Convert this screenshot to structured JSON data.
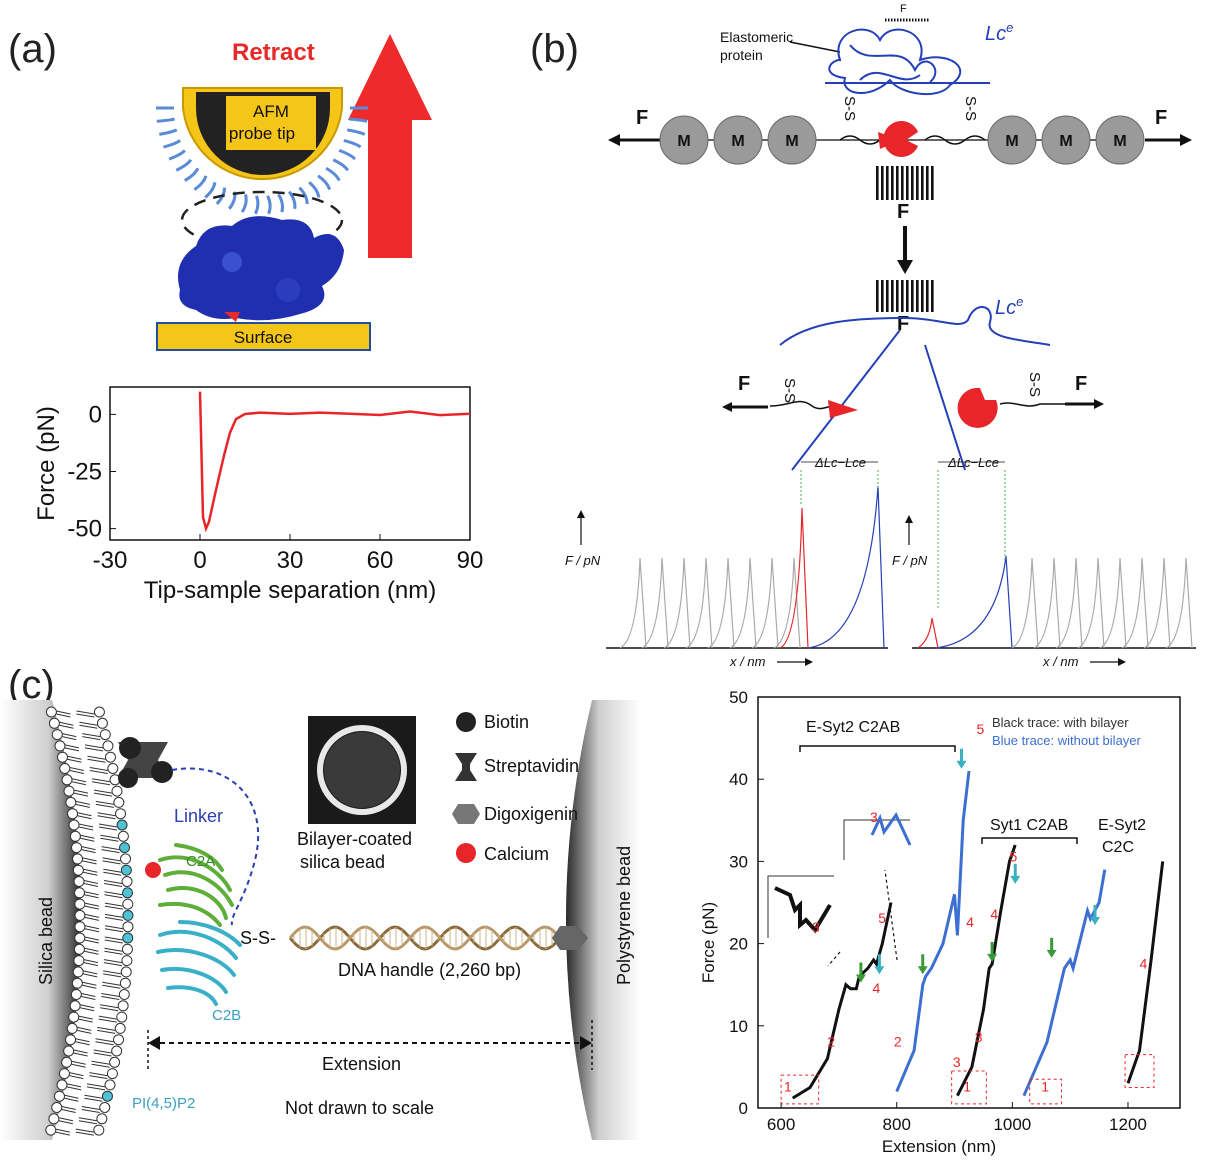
{
  "panels": {
    "a": {
      "label": "(a)",
      "retract": "Retract",
      "tip_line1": "AFM",
      "tip_line2": "probe tip",
      "surface": "Surface",
      "colors": {
        "retract_arrow": "#ee2a2a",
        "tip_fill": "#f5c518",
        "protein": "#1f2fb0",
        "trace": "#e8262a"
      }
    },
    "b": {
      "label": "(b)",
      "elastomeric_line1": "Elastomeric",
      "elastomeric_line2": "protein",
      "force": "F",
      "bead": "M",
      "disulfide": "S-S",
      "lce": "Lc",
      "lce_sup": "e",
      "delta": "ΔLc−Lce",
      "ylabel": "F / pN",
      "xlabel": "x / nm"
    },
    "c": {
      "label": "(c)",
      "legend": [
        "Biotin",
        "Streptavidin",
        "Digoxigenin",
        "Calcium"
      ],
      "linker": "Linker",
      "bilayer_line1": "Bilayer-coated",
      "bilayer_line2": "silica bead",
      "c2a": "C2A",
      "c2b": "C2B",
      "pip2": "PI(4,5)P2",
      "ss": "S-S-",
      "dna": "DNA handle (2,260 bp)",
      "extension": "Extension",
      "not_scale": "Not drawn to scale",
      "silica": "Silica bead",
      "polystyrene": "Polystyrene bead"
    },
    "d": {
      "black_note": "Black trace: with bilayer",
      "blue_note": "Blue trace: without bilayer",
      "esyt2_c2ab": "E-Syt2 C2AB",
      "syt1_c2ab": "Syt1 C2AB",
      "esyt2_c2c_line1": "E-Syt2",
      "esyt2_c2c_line2": "C2C",
      "step_labels": [
        "1",
        "2",
        "3",
        "4",
        "5"
      ]
    }
  },
  "chart_data": [
    {
      "type": "line",
      "panel": "a",
      "xlabel": "Tip-sample separation (nm)",
      "ylabel": "Force (pN)",
      "xlim": [
        -30,
        90
      ],
      "ylim": [
        -55,
        12
      ],
      "xticks": [
        -30,
        0,
        30,
        60,
        90
      ],
      "yticks": [
        0,
        -25,
        -50
      ],
      "series": [
        {
          "x": [
            0,
            1,
            2,
            3,
            5,
            8,
            10,
            12,
            15,
            20,
            30,
            40,
            50,
            60,
            70,
            80,
            90
          ],
          "y": [
            10,
            -45,
            -50,
            -47,
            -35,
            -18,
            -8,
            -2,
            0,
            1,
            0,
            1,
            0,
            0,
            1,
            0,
            0
          ]
        }
      ]
    },
    {
      "type": "line",
      "panel": "d",
      "xlabel": "Extension (nm)",
      "ylabel": "Force (pN)",
      "xlim": [
        560,
        1290
      ],
      "ylim": [
        0,
        50
      ],
      "xticks": [
        600,
        800,
        1000,
        1200
      ],
      "yticks": [
        0,
        10,
        20,
        30,
        40,
        50
      ],
      "series": [
        {
          "color": "#111111",
          "x": [
            620,
            650,
            680,
            700,
            712,
            720,
            730,
            735,
            750,
            760,
            765,
            775,
            790
          ],
          "y": [
            1.2,
            2.5,
            6,
            12,
            15,
            14.5,
            14.5,
            16,
            17,
            18,
            17.5,
            20,
            25
          ]
        },
        {
          "color": "#3c6fd1",
          "x": [
            800,
            830,
            845,
            850,
            860,
            880,
            900,
            905,
            915,
            925
          ],
          "y": [
            2,
            7,
            15,
            16,
            17,
            20,
            26,
            21,
            35,
            41
          ]
        },
        {
          "color": "#111111",
          "x": [
            905,
            930,
            950,
            960,
            965,
            980,
            985,
            995,
            1005
          ],
          "y": [
            1.5,
            5,
            12,
            17,
            17.5,
            24,
            26,
            30,
            32
          ]
        },
        {
          "color": "#3c6fd1",
          "x": [
            1020,
            1060,
            1090,
            1100,
            1105,
            1130,
            1135,
            1150,
            1160
          ],
          "y": [
            1.5,
            8,
            17,
            18,
            17,
            24,
            23,
            25,
            29
          ]
        },
        {
          "color": "#111111",
          "x": [
            1200,
            1220,
            1240,
            1260
          ],
          "y": [
            3,
            7,
            18,
            30
          ]
        }
      ]
    }
  ]
}
